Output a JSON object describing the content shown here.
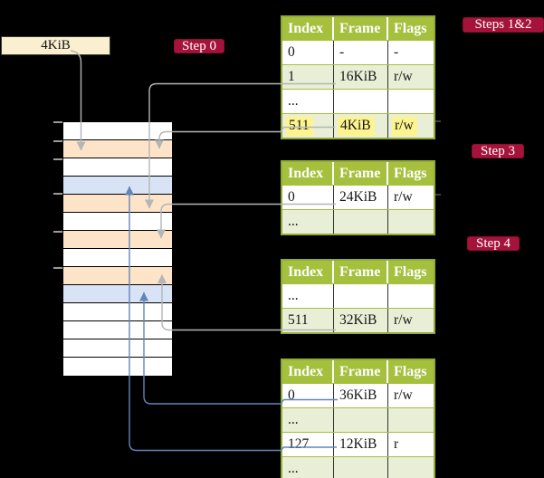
{
  "palette": {
    "background": "#000000",
    "badge_red": "#a5133a",
    "page_cream": "#faf0cf",
    "header_green": "#a4c03c",
    "row_green": "#e9efd6",
    "table_border_green": "#93aa39",
    "highlight_yellow": "#fdf48f",
    "mem_orange": "#fde4c8",
    "mem_blue": "#d8e4f5",
    "arrow_gray": "#b3b5b7",
    "arrow_blue": "#6285ba"
  },
  "page_size_box": {
    "label": "4KiB"
  },
  "badges": {
    "step0": "Step 0",
    "steps12": "Steps 1&2",
    "step3": "Step 3",
    "step4": "Step 4"
  },
  "memory_column": {
    "rows": [
      "white",
      "orange",
      "white",
      "blue",
      "orange",
      "white",
      "orange",
      "white",
      "orange",
      "blue",
      "white",
      "white",
      "white",
      "white"
    ]
  },
  "tables": [
    {
      "headers": [
        "Index",
        "Frame",
        "Flags"
      ],
      "rows": [
        {
          "cells": [
            "0",
            "-",
            "-"
          ],
          "shaded": false,
          "highlighted": false
        },
        {
          "cells": [
            "1",
            "16KiB",
            "r/w"
          ],
          "shaded": true,
          "highlighted": false
        },
        {
          "cells": [
            "...",
            "",
            ""
          ],
          "shaded": false,
          "highlighted": false
        },
        {
          "cells": [
            "511",
            "4KiB",
            "r/w"
          ],
          "shaded": true,
          "highlighted": true
        }
      ]
    },
    {
      "headers": [
        "Index",
        "Frame",
        "Flags"
      ],
      "rows": [
        {
          "cells": [
            "0",
            "24KiB",
            "r/w"
          ],
          "shaded": false,
          "highlighted": false
        },
        {
          "cells": [
            "...",
            "",
            ""
          ],
          "shaded": true,
          "highlighted": false
        }
      ]
    },
    {
      "headers": [
        "Index",
        "Frame",
        "Flags"
      ],
      "rows": [
        {
          "cells": [
            "...",
            "",
            ""
          ],
          "shaded": false,
          "highlighted": false
        },
        {
          "cells": [
            "511",
            "32KiB",
            "r/w"
          ],
          "shaded": true,
          "highlighted": false
        }
      ]
    },
    {
      "headers": [
        "Index",
        "Frame",
        "Flags"
      ],
      "rows": [
        {
          "cells": [
            "0",
            "36KiB",
            "r/w"
          ],
          "shaded": false,
          "highlighted": false
        },
        {
          "cells": [
            "...",
            "",
            ""
          ],
          "shaded": true,
          "highlighted": false
        },
        {
          "cells": [
            "127",
            "12KiB",
            "r"
          ],
          "shaded": false,
          "highlighted": false
        },
        {
          "cells": [
            "...",
            "",
            ""
          ],
          "shaded": true,
          "highlighted": false
        }
      ]
    }
  ]
}
